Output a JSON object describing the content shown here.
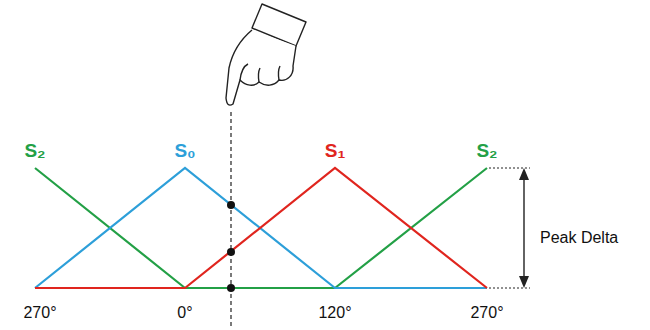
{
  "diagram": {
    "labels": [
      "S₂",
      "S₀",
      "S₁",
      "S₂",
      "270°",
      "0°",
      "120°",
      "270°",
      "Peak Delta"
    ]
  }
}
